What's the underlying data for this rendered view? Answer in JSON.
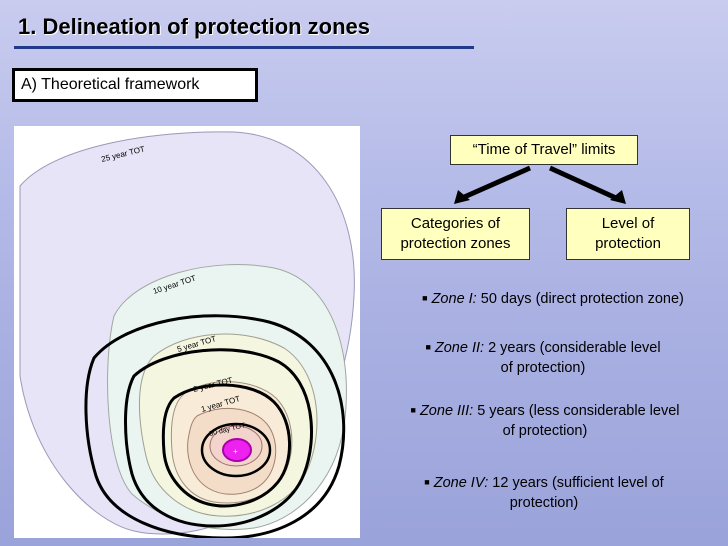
{
  "slide": {
    "title": "1. Delineation of protection zones",
    "section_label": "A) Theoretical framework"
  },
  "diagram": {
    "zone_labels": [
      "25 year TOT",
      "10 year TOT",
      "5 year TOT",
      "2 year TOT",
      "1 year TOT",
      "50 day TOT"
    ]
  },
  "flow": {
    "top_box": "“Time of Travel” limits",
    "left_box_line1": "Categories of",
    "left_box_line2": "protection zones",
    "right_box_line1": "Level of",
    "right_box_line2": "protection"
  },
  "zones": [
    {
      "name": "Zone I:",
      "line1": "50 days (direct protection zone)",
      "line2": ""
    },
    {
      "name": "Zone II:",
      "line1": "2 years (considerable level",
      "line2": "of protection)"
    },
    {
      "name": "Zone III:",
      "line1": "5 years (less considerable level",
      "line2": "of protection)"
    },
    {
      "name": "Zone IV:",
      "line1": "12 years (sufficient level of",
      "line2": "protection)"
    }
  ],
  "colors": {
    "title_rule": "#1f3a8a",
    "box_fill": "#ffffbe",
    "well_fill": "#ee22ee"
  }
}
